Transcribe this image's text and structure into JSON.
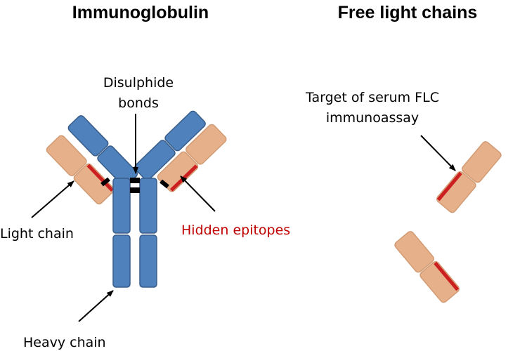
{
  "headings": {
    "left": "Immunoglobulin",
    "right": "Free light chains"
  },
  "labels": {
    "disulphide_line1": "Disulphide",
    "disulphide_line2": "bonds",
    "light_chain": "Light chain",
    "heavy_chain": "Heavy chain",
    "hidden_epitopes": "Hidden epitopes",
    "target_line1": "Target of serum FLC",
    "target_line2": "immunoassay"
  },
  "colors": {
    "heavy_chain_fill": "#4f81bd",
    "heavy_chain_stroke": "#385d8a",
    "light_chain_fill": "#e6b08a",
    "light_chain_stroke": "#d29b73",
    "epitope": "#cc1f1f",
    "bond": "#000000",
    "hidden_epitopes_text": "#c00000"
  }
}
